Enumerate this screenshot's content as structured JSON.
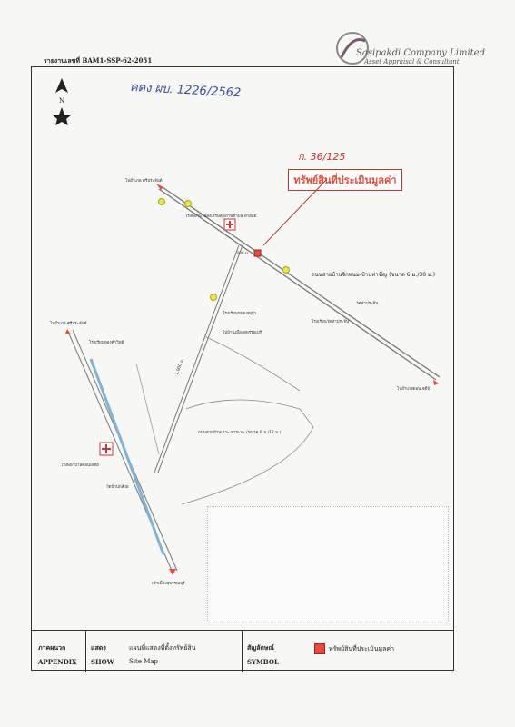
{
  "header": {
    "report_no": "รายงานเลขที่ BAM1-SSP-62-2051",
    "company_name": "Sasipakdi Company Limited",
    "company_sub": "Asset Appraisal & Consultant",
    "logo_letter": "S"
  },
  "map": {
    "north_label": "N",
    "handwritten_note": "คดง ผบ. 1226/2562",
    "handwritten_ref": "ก. 36/125",
    "target_label": "ทรัพย์สินที่ประเมินมูลค่า",
    "places": {
      "t1": "ไปอำเภอ ศรีประจันต์",
      "t2": "โรงพยาบาลส่งเสริมสุขภาพตำบล ท่าอ้อย",
      "t3": "ถนนสายบ้านจิกพนม-บ้านท่าฆีญ (ขนาด 6 ม./30 ม.)",
      "t4": "วัดท่าประจีน",
      "t5": "โรงเรียนวัดท่าประจีน",
      "t6": "ไปอำเภอ ศรีประจันต์",
      "t7": "โรงเรียนทองคำวิทย์",
      "t8": "โรงเรียนหนองหญ้า",
      "t9": "ไปบ้านเมืองสุพรรณบุรี",
      "t10": "ไปอำเภอดอนเจดีย์",
      "t11": "ถนนสายบ้านเกาะ-ท่าระบะ (ขนาด 6 ม./12 ม.)",
      "t12": "โรงพยาบาลดอนเจดีย์",
      "t13": "วัดบ้านกล้วย",
      "t14": "เข้าเมืองสุพรรณบุรี",
      "t15": "1,000 ม.",
      "t16": "300 ม."
    }
  },
  "legend": {
    "col1_th": "ภาคผนวก",
    "col1_en": "APPENDIX",
    "col2_th": "แสดง",
    "col2_en": "SHOW",
    "col3_th": "แผนที่แสดงที่ตั้งทรัพย์สิน",
    "col3_en": "Site Map",
    "col4_th": "สัญลักษณ์",
    "col4_en": "SYMBOL",
    "symbol_label": "ทรัพย์สินที่ประเมินมูลค่า"
  },
  "colors": {
    "accent": "#e74c3c",
    "road": "#6f6f6f",
    "water": "#7fb3d5"
  }
}
